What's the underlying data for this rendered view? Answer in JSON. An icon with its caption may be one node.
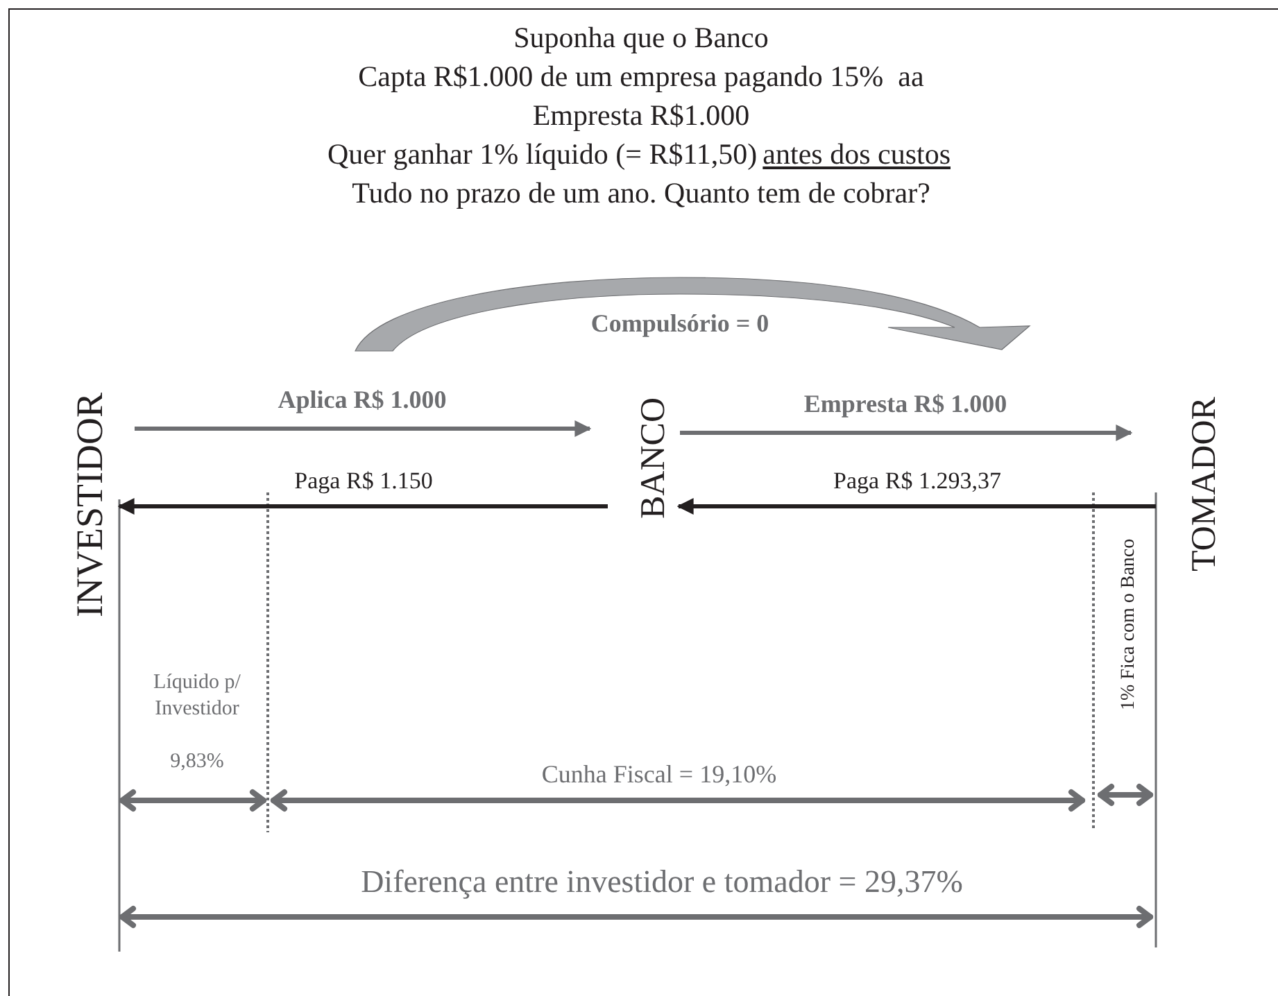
{
  "diagram": {
    "nodes": [
      {
        "text": [
          "INVESTIDOR"
        ]
      },
      {
        "text": [
          "BANCO"
        ]
      },
      {
        "text": [
          "TOMADOR"
        ]
      }
    ],
    "edges": [
      {
        "from": 0,
        "to": 1,
        "arrow": "to",
        "label": "Aplica R$ 1.000"
      },
      {
        "from": 1,
        "to": 2,
        "arrow": "to",
        "label": "Empresta R$ 1.000"
      },
      {
        "from": 2,
        "to": 1,
        "arrow": "to",
        "label": "Paga R$ 1.293,37",
        "color": "#231f20"
      },
      {
        "from": 1,
        "to": 0,
        "arrow": "to",
        "label": "Paga R$ 1.150",
        "color": "#231f20"
      }
    ],
    "labels": [
      "Suponha que o Banco",
      "Capta R$1.000 de um empresa pagando 15%  aa",
      "Empresta R$1.000",
      "Quer ganhar 1% líquido (= R$11,50)",
      "antes dos custos",
      "Tudo no prazo de um ano. Quanto tem de cobrar?",
      "Compulsório = 0",
      "1% Fica com o Banco",
      "Líquido p/ Investidor",
      "9,83%",
      "Cunha Fiscal = 19,10%",
      "Diferença entre investidor e tomador = 29,37%"
    ]
  }
}
